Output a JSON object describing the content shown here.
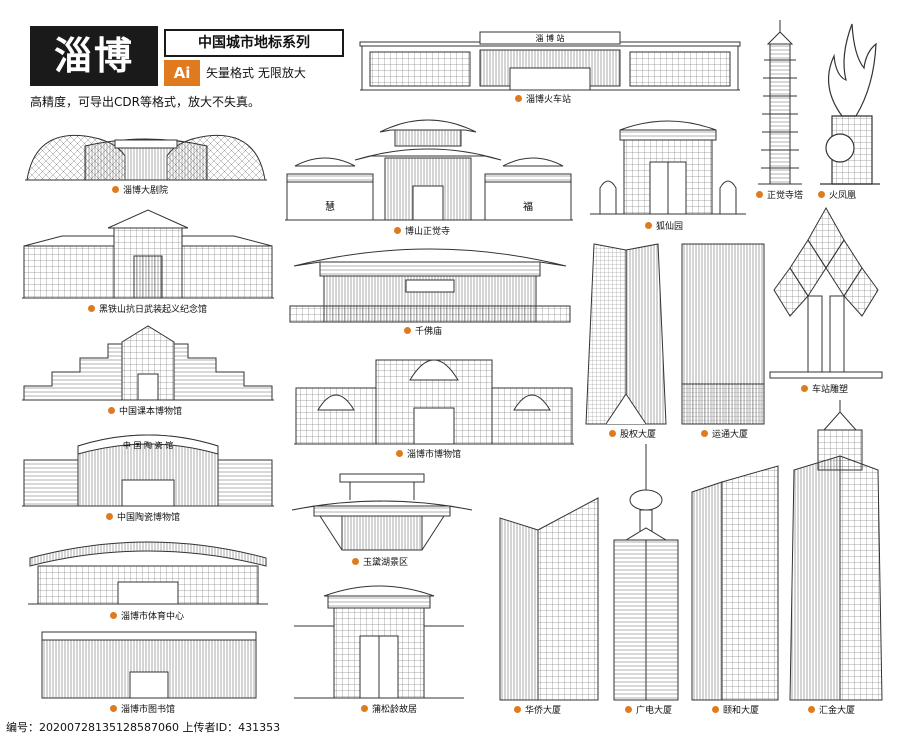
{
  "header": {
    "brand": "淄博",
    "series": "中国城市地标系列",
    "badge": "Ai",
    "format": "矢量格式 无限放大",
    "subtitle": "高精度，可导出CDR等格式，放大不失真。"
  },
  "landmarks": [
    {
      "id": "zibo-railway-station",
      "label": "淄博火车站",
      "sign": "淄 博 站"
    },
    {
      "id": "zibo-grand-theatre",
      "label": "淄博大剧院"
    },
    {
      "id": "boshan-zhengjue-temple",
      "label": "博山正觉寺",
      "left_sign": "慧",
      "right_sign": "福"
    },
    {
      "id": "huxian-garden",
      "label": "狐仙园"
    },
    {
      "id": "zhengjue-pagoda",
      "label": "正觉寺塔"
    },
    {
      "id": "fire-phoenix",
      "label": "火凤凰"
    },
    {
      "id": "heitieshan-memorial",
      "label": "黑铁山抗日武装起义纪念馆"
    },
    {
      "id": "qianfo-temple",
      "label": "千佛庙"
    },
    {
      "id": "equity-building",
      "label": "股权大厦"
    },
    {
      "id": "yuntong-building",
      "label": "运通大厦"
    },
    {
      "id": "station-sculpture",
      "label": "车站雕塑"
    },
    {
      "id": "textbook-museum",
      "label": "中国课本博物馆"
    },
    {
      "id": "zibo-museum",
      "label": "淄博市博物馆"
    },
    {
      "id": "ceramics-museum",
      "label": "中国陶瓷博物馆",
      "sign": "中 国 陶 瓷 馆"
    },
    {
      "id": "yudai-lake",
      "label": "玉黛湖景区"
    },
    {
      "id": "sports-center",
      "label": "淄博市体育中心"
    },
    {
      "id": "zibo-library",
      "label": "淄博市图书馆"
    },
    {
      "id": "pu-songling-residence",
      "label": "蒲松龄故居"
    },
    {
      "id": "huaqiao-building",
      "label": "华侨大厦"
    },
    {
      "id": "guangdian-building",
      "label": "广电大厦"
    },
    {
      "id": "yili-building",
      "label": "颐和大厦"
    },
    {
      "id": "huijin-building",
      "label": "汇金大厦"
    }
  ],
  "footer": {
    "text": "编号：20200728135128587060 上传者ID：431353"
  },
  "colors": {
    "accent": "#e07a1f",
    "line": "#333333",
    "dark": "#1a1a1a"
  }
}
